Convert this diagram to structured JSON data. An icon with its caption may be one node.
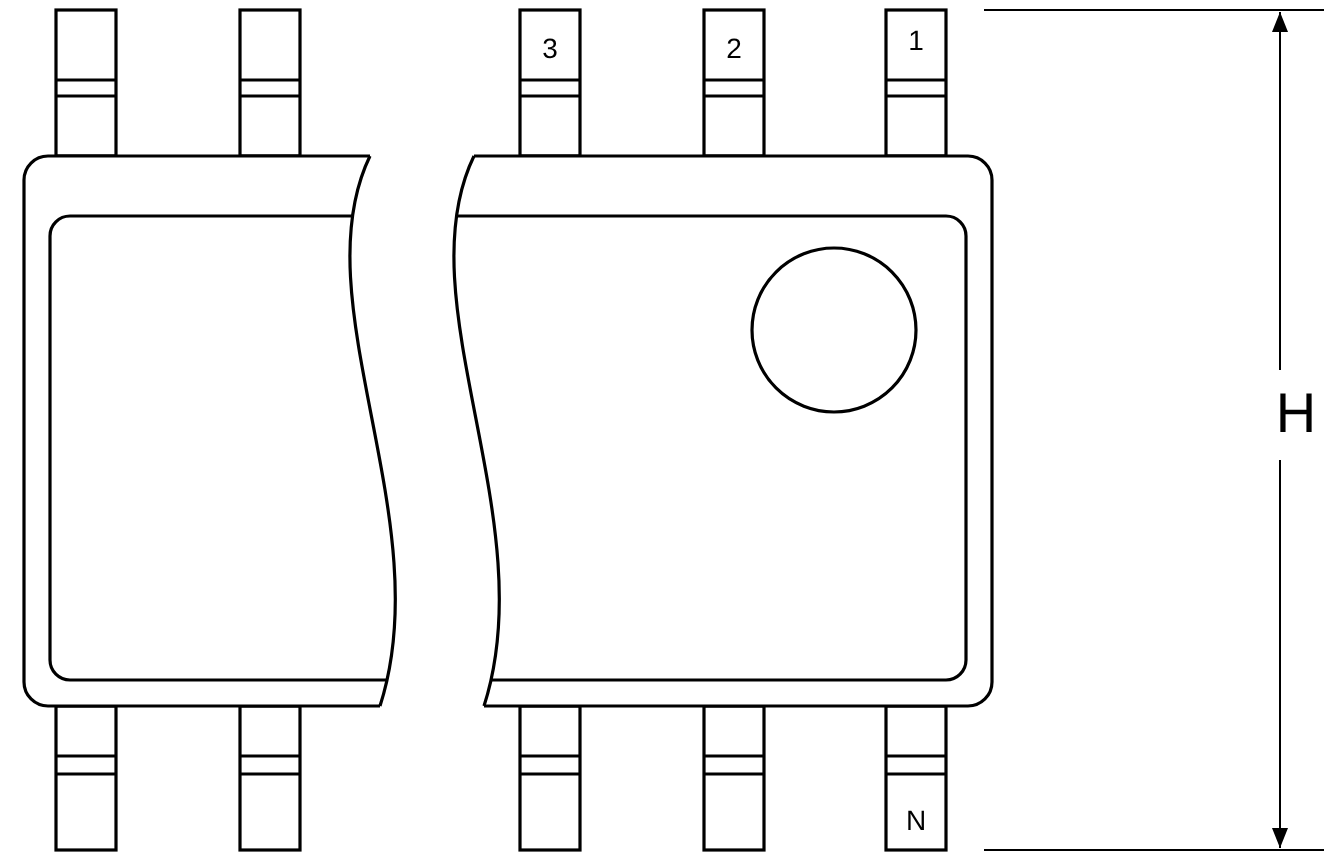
{
  "diagram": {
    "labels": [
      "3",
      "2",
      "1",
      "H",
      "N"
    ]
  }
}
